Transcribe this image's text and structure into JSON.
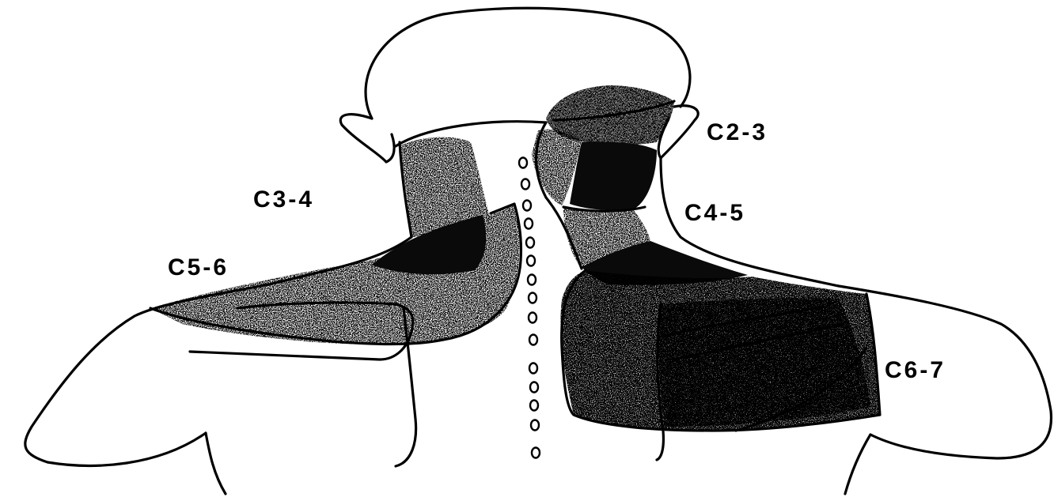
{
  "labels": {
    "c2_3": "C2-3",
    "c3_4": "C3-4",
    "c4_5": "C4-5",
    "c5_6": "C5-6",
    "c6_7": "C6-7"
  },
  "colors": {
    "ink": "#000000",
    "dense_fill": "#0a0a0a",
    "stipple_heavy": "#2a2a2a",
    "stipple_light": "#6a6a6a",
    "paper": "#ffffff"
  }
}
